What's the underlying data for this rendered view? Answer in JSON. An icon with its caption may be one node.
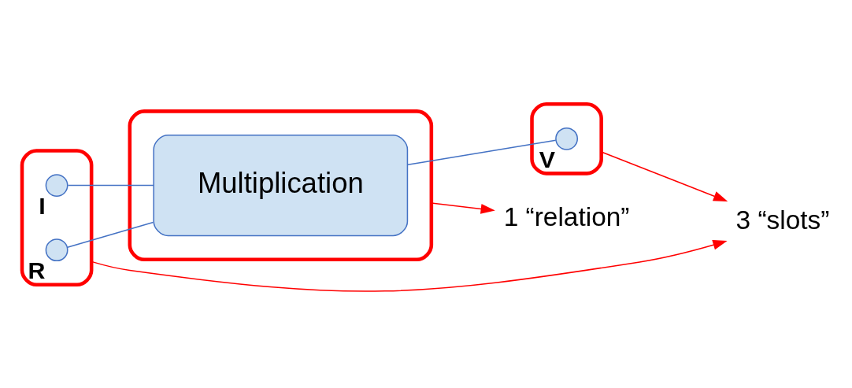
{
  "diagram": {
    "nodes": [
      {
        "text": [],
        "shape": "ellipse"
      },
      {
        "text": [],
        "shape": "circle",
        "in": 0,
        "beside": [
          "R"
        ]
      },
      {
        "text": [],
        "shape": "circle",
        "in": 0,
        "beside": [
          "I"
        ]
      },
      {
        "text": [],
        "shape": "ellipse"
      },
      {
        "text": [
          "Multiplication"
        ],
        "in": 3
      },
      {
        "text": [],
        "shape": "ellipse"
      },
      {
        "text": [],
        "shape": "circle",
        "in": 5,
        "beside": [
          "V"
        ]
      },
      {
        "text": [
          "1 “relation”"
        ]
      },
      {
        "text": [
          "3 “slots”"
        ]
      }
    ],
    "edges": [
      {
        "from": 1,
        "to": 4,
        "arrow": "none"
      },
      {
        "from": 2,
        "to": 4,
        "arrow": "none"
      },
      {
        "from": 4,
        "to": 6,
        "arrow": "none"
      },
      {
        "from": 3,
        "to": 7,
        "arrow": "to",
        "color": "#ff0000"
      },
      {
        "from": 0,
        "to": 8,
        "arrow": "to",
        "color": "#ff0000"
      },
      {
        "from": 5,
        "to": 8,
        "arrow": "to",
        "color": "#ff0000"
      }
    ]
  }
}
